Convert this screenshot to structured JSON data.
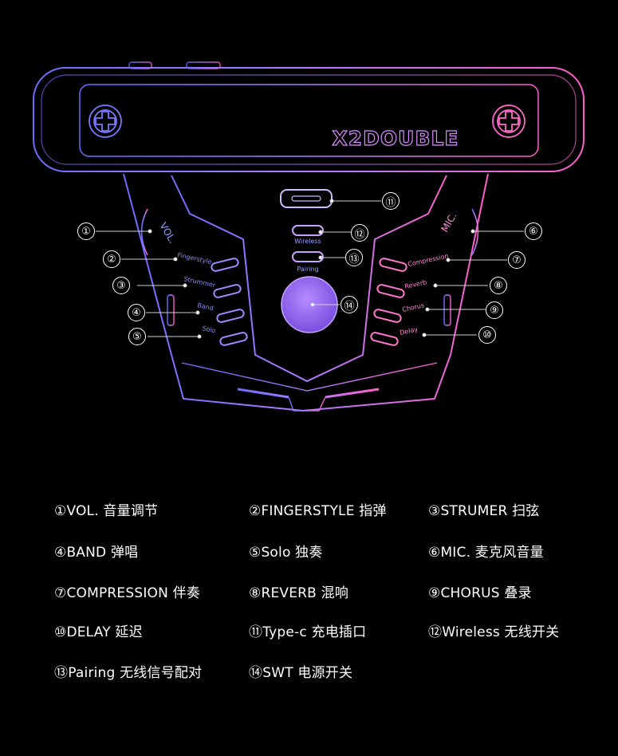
{
  "device": {
    "brand_logo": "X2DOUBLE",
    "vol_label": "VOL.",
    "mic_label": "MIC.",
    "left_buttons": [
      "Fingerstyle",
      "Strummer",
      "Band",
      "Solo"
    ],
    "right_buttons": [
      "Compression",
      "Reverb",
      "Chorus",
      "Delay"
    ],
    "wireless_label": "Wireless",
    "pairing_label": "Pairing",
    "colors": {
      "accent_left": "#6d6cff",
      "accent_right": "#ff5fc8",
      "power": "#9d6cff"
    }
  },
  "callouts": [
    "①",
    "②",
    "③",
    "④",
    "⑤",
    "⑥",
    "⑦",
    "⑧",
    "⑨",
    "⑩",
    "⑪",
    "⑫",
    "⑬",
    "⑭"
  ],
  "legend": [
    "①VOL. 音量调节",
    "②FINGERSTYLE  指弹",
    "③STRUMER  扫弦",
    "④BAND  弹唱",
    "⑤Solo  独奏",
    "⑥MIC. 麦克风音量",
    "⑦COMPRESSION  伴奏",
    "⑧REVERB  混响",
    "⑨CHORUS  叠录",
    "⑩DELAY  延迟",
    "⑪Type-c 充电插口",
    "⑫Wireless 无线开关",
    "⑬Pairing 无线信号配对",
    "⑭SWT 电源开关"
  ]
}
